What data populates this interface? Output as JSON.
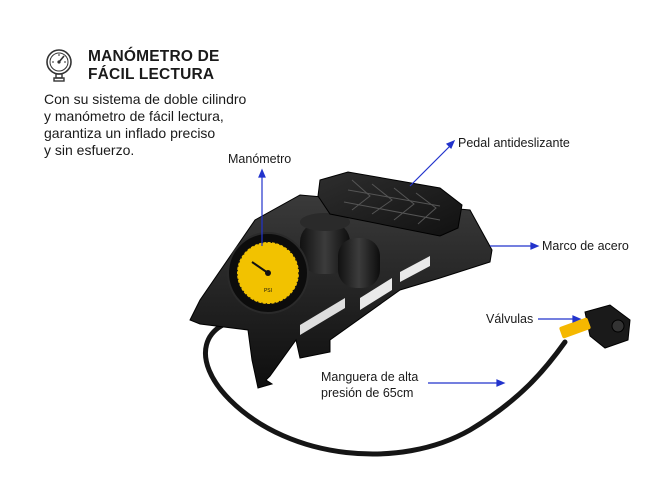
{
  "header": {
    "title_line1": "MANÓMETRO DE",
    "title_line2": "FÁCIL LECTURA",
    "icon": "pressure-gauge-icon"
  },
  "description": {
    "line1": "Con su sistema de doble cilindro",
    "line2": "y manómetro de fácil lectura,",
    "line3": "garantiza un inflado preciso",
    "line4": "y sin esfuerzo."
  },
  "callouts": {
    "manometro": "Manómetro",
    "pedal": "Pedal antideslizante",
    "marco": "Marco de acero",
    "valvulas": "Válvulas",
    "manguera_line1": "Manguera de alta",
    "manguera_line2": "presión de 65cm"
  },
  "colors": {
    "accent_arrow": "#2233cc",
    "pump_body": "#1c1c1c",
    "gauge_face": "#f2c200",
    "valve_tip": "#f5b800"
  }
}
